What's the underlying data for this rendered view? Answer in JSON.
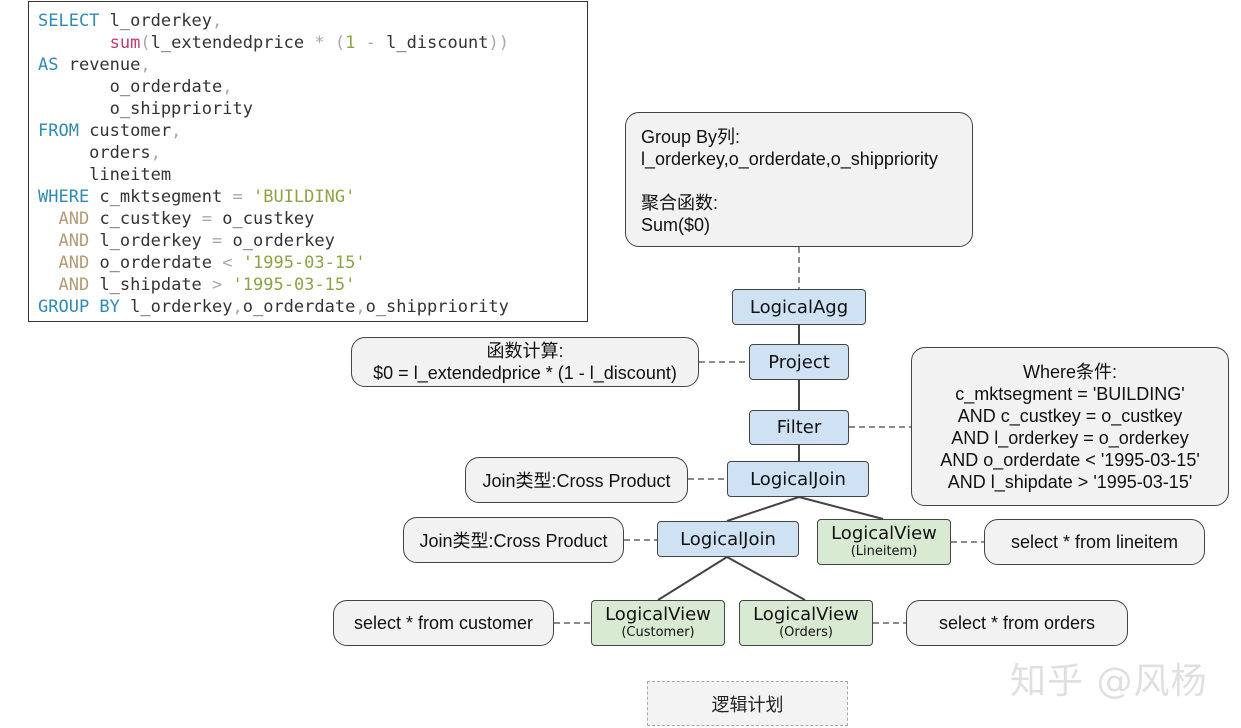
{
  "sql": {
    "lines": [
      [
        {
          "t": "SELECT",
          "c": "kw"
        },
        {
          "t": " l_orderkey",
          "c": ""
        },
        {
          "t": ",",
          "c": "punc"
        }
      ],
      [
        {
          "t": "       ",
          "c": ""
        },
        {
          "t": "sum",
          "c": "fn"
        },
        {
          "t": "(",
          "c": "punc"
        },
        {
          "t": "l_extendedprice ",
          "c": ""
        },
        {
          "t": "*",
          "c": "op"
        },
        {
          "t": " ",
          "c": ""
        },
        {
          "t": "(",
          "c": "punc"
        },
        {
          "t": "1",
          "c": "str"
        },
        {
          "t": " - ",
          "c": "op"
        },
        {
          "t": "l_discount",
          "c": ""
        },
        {
          "t": "))",
          "c": "punc"
        }
      ],
      [
        {
          "t": "AS",
          "c": "kw"
        },
        {
          "t": " revenue",
          "c": ""
        },
        {
          "t": ",",
          "c": "punc"
        }
      ],
      [
        {
          "t": "       o_orderdate",
          "c": ""
        },
        {
          "t": ",",
          "c": "punc"
        }
      ],
      [
        {
          "t": "       o_shippriority",
          "c": ""
        }
      ],
      [
        {
          "t": "FROM",
          "c": "kw"
        },
        {
          "t": " customer",
          "c": ""
        },
        {
          "t": ",",
          "c": "punc"
        }
      ],
      [
        {
          "t": "     orders",
          "c": ""
        },
        {
          "t": ",",
          "c": "punc"
        }
      ],
      [
        {
          "t": "     lineitem",
          "c": ""
        }
      ],
      [
        {
          "t": "WHERE",
          "c": "kw"
        },
        {
          "t": " c_mktsegment ",
          "c": ""
        },
        {
          "t": "=",
          "c": "op"
        },
        {
          "t": " ",
          "c": ""
        },
        {
          "t": "'BUILDING'",
          "c": "str"
        }
      ],
      [
        {
          "t": "  ",
          "c": ""
        },
        {
          "t": "AND",
          "c": "kw2"
        },
        {
          "t": " c_custkey ",
          "c": ""
        },
        {
          "t": "=",
          "c": "op"
        },
        {
          "t": " o_custkey",
          "c": ""
        }
      ],
      [
        {
          "t": "  ",
          "c": ""
        },
        {
          "t": "AND",
          "c": "kw2"
        },
        {
          "t": " l_orderkey ",
          "c": ""
        },
        {
          "t": "=",
          "c": "op"
        },
        {
          "t": " o_orderkey",
          "c": ""
        }
      ],
      [
        {
          "t": "  ",
          "c": ""
        },
        {
          "t": "AND",
          "c": "kw2"
        },
        {
          "t": " o_orderdate ",
          "c": ""
        },
        {
          "t": "<",
          "c": "op"
        },
        {
          "t": " ",
          "c": ""
        },
        {
          "t": "'1995-03-15'",
          "c": "str"
        }
      ],
      [
        {
          "t": "  ",
          "c": ""
        },
        {
          "t": "AND",
          "c": "kw2"
        },
        {
          "t": " l_shipdate ",
          "c": ""
        },
        {
          "t": ">",
          "c": "op"
        },
        {
          "t": " ",
          "c": ""
        },
        {
          "t": "'1995-03-15'",
          "c": "str"
        }
      ],
      [
        {
          "t": "GROUP BY",
          "c": "kw"
        },
        {
          "t": " l_orderkey",
          "c": ""
        },
        {
          "t": ",",
          "c": "punc"
        },
        {
          "t": "o_orderdate",
          "c": ""
        },
        {
          "t": ",",
          "c": "punc"
        },
        {
          "t": "o_shippriority",
          "c": ""
        }
      ]
    ]
  },
  "nodes": {
    "agg": "LogicalAgg",
    "project": "Project",
    "filter": "Filter",
    "join_top": "LogicalJoin",
    "join_bottom": "LogicalJoin",
    "view_lineitem": {
      "title": "LogicalView",
      "sub": "(Lineitem)"
    },
    "view_customer": {
      "title": "LogicalView",
      "sub": "(Customer)"
    },
    "view_orders": {
      "title": "LogicalView",
      "sub": "(Orders)"
    }
  },
  "notes": {
    "agg_line1": "Group By列:",
    "agg_line2": "l_orderkey,o_orderdate,o_shippriority",
    "agg_line3": "聚合函数:",
    "agg_line4": "Sum($0)",
    "project_line1": "函数计算:",
    "project_line2": "$0 = l_extendedprice * (1 - l_discount)",
    "filter_lines": [
      "Where条件:",
      "c_mktsegment = 'BUILDING'",
      "AND c_custkey = o_custkey",
      "AND l_orderkey = o_orderkey",
      "AND o_orderdate < '1995-03-15'",
      "AND l_shipdate > '1995-03-15'"
    ],
    "join_top": "Join类型:Cross Product",
    "join_bottom": "Join类型:Cross Product",
    "lineitem": "select * from lineitem",
    "customer": "select * from customer",
    "orders": "select * from orders"
  },
  "caption": "逻辑计划",
  "watermark": "知乎 @风杨"
}
